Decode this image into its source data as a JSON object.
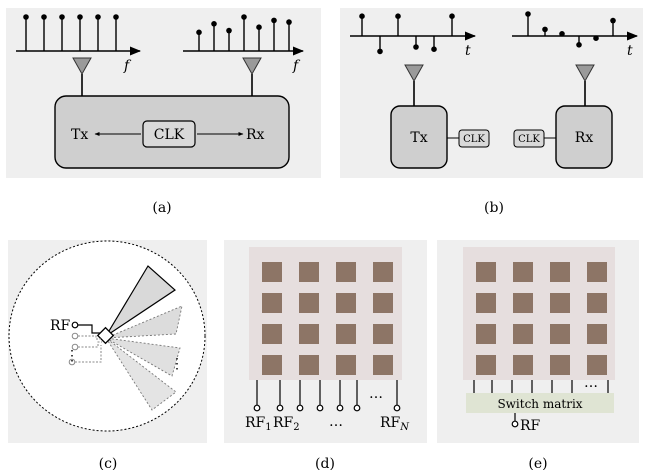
{
  "panel_a": {
    "caption": "(a)",
    "axis_label": "f",
    "tx": "Tx",
    "clk": "CLK",
    "rx": "Rx",
    "tx_spectrum": [
      1,
      1,
      1,
      1,
      1,
      1
    ],
    "rx_spectrum": [
      0.55,
      0.8,
      0.6,
      1.0,
      0.7,
      0.9,
      0.85
    ]
  },
  "panel_b": {
    "caption": "(b)",
    "axis_label": "t",
    "tx": "Tx",
    "clk": "CLK",
    "rx": "Rx",
    "tx_signal": [
      0.9,
      -0.7,
      0.9,
      -0.5,
      -0.6,
      0.9
    ],
    "rx_signal": [
      1.0,
      0.3,
      0.1,
      -0.4,
      -0.1,
      0.7
    ]
  },
  "panel_c": {
    "caption": "(c)",
    "rf_label": "RF",
    "ellipsis": "⋮"
  },
  "panel_d": {
    "caption": "(d)",
    "rf_first": "RF",
    "rf_first_sub": "1",
    "rf_second": "RF",
    "rf_second_sub": "2",
    "rf_last": "RF",
    "rf_last_sub": "N",
    "ellipsis_top": "…",
    "ellipsis_bottom": "…"
  },
  "panel_e": {
    "caption": "(e)",
    "switch_label": "Switch matrix",
    "rf_label": "RF",
    "ellipsis": "…"
  }
}
